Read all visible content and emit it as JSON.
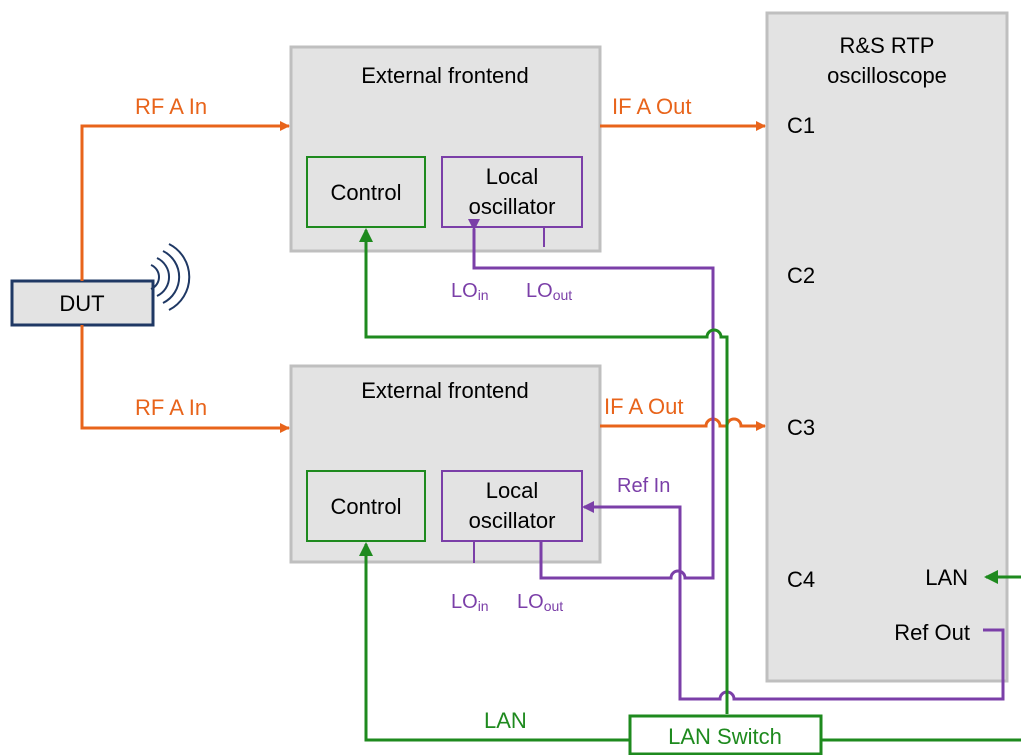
{
  "colors": {
    "rf": "#e8641b",
    "lo": "#7b3fa8",
    "control": "#1e8a1e",
    "dut_border": "#1f3864",
    "box_fill": "#e3e3e3",
    "box_border": "#bfbfbf",
    "text": "#000000"
  },
  "dut": {
    "label": "DUT"
  },
  "scope": {
    "title_line1": "R&S RTP",
    "title_line2": "oscilloscope",
    "ch1": "C1",
    "ch2": "C2",
    "ch3": "C3",
    "ch4": "C4",
    "lan": "LAN",
    "ref_out": "Ref Out"
  },
  "frontend_top": {
    "title": "External frontend",
    "control": "Control",
    "lo_line1": "Local",
    "lo_line2": "oscillator",
    "rf_in": "RF A In",
    "if_out": "IF A Out",
    "lo_in_base": "LO",
    "lo_in_sub": "in",
    "lo_out_base": "LO",
    "lo_out_sub": "out"
  },
  "frontend_bottom": {
    "title": "External frontend",
    "control": "Control",
    "lo_line1": "Local",
    "lo_line2": "oscillator",
    "rf_in": "RF A In",
    "if_out": "IF A Out",
    "ref_in": "Ref In",
    "lo_in_base": "LO",
    "lo_in_sub": "in",
    "lo_out_base": "LO",
    "lo_out_sub": "out"
  },
  "lan_switch": {
    "label": "LAN Switch"
  },
  "lan_wire_label": "LAN"
}
